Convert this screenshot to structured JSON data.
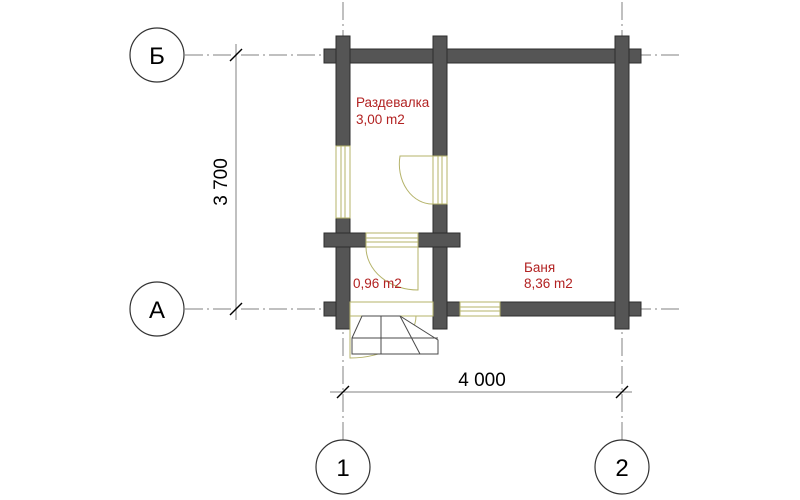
{
  "axes": {
    "rows": [
      {
        "label": "Б"
      },
      {
        "label": "А"
      }
    ],
    "columns": [
      {
        "label": "1"
      },
      {
        "label": "2"
      }
    ]
  },
  "dimensions": {
    "vertical": "3 700",
    "horizontal": "4 000"
  },
  "rooms": [
    {
      "name": "Раздевалка",
      "area": "3,00 m2"
    },
    {
      "name": "",
      "area": "0,96 m2"
    },
    {
      "name": "Баня",
      "area": "8,36 m2"
    }
  ],
  "colors": {
    "wall": "#555555",
    "room_label": "#b22222",
    "axis_line": "#808080",
    "opening": "#b5b36a"
  }
}
